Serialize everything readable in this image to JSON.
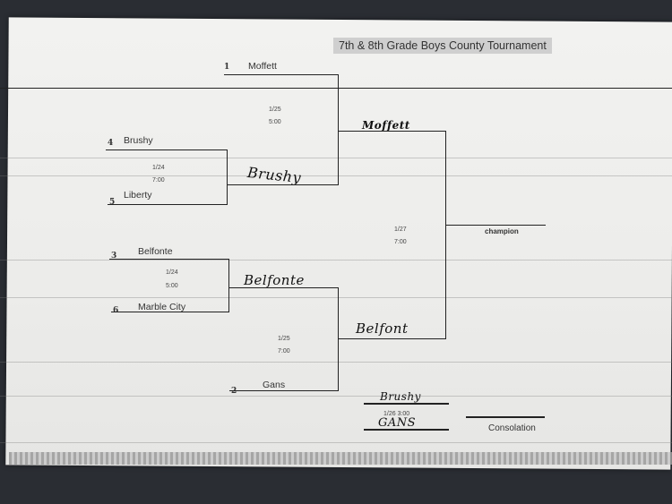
{
  "title": "7th & 8th Grade Boys County Tournament",
  "bracket": {
    "seeds": {
      "moffett": "1",
      "brushy": "4",
      "liberty": "5",
      "belfonte": "3",
      "marble_city": "6",
      "gans": "2"
    },
    "teams": {
      "moffett": "Moffett",
      "brushy": "Brushy",
      "liberty": "Liberty",
      "belfonte": "Belfonte",
      "marble_city": "Marble City",
      "gans": "Gans"
    },
    "games": {
      "brushy_liberty": {
        "date": "1/24",
        "time": "7:00"
      },
      "belfonte_marble": {
        "date": "1/24",
        "time": "5:00"
      },
      "moffett_brushy": {
        "date": "1/25",
        "time": "5:00"
      },
      "belfonte_gans": {
        "date": "1/25",
        "time": "7:00"
      },
      "final": {
        "date": "1/27",
        "time": "7:00"
      },
      "consolation": {
        "datetime": "1/26  3:00"
      }
    },
    "handwritten": {
      "winner_brushy_liberty": "Brushy",
      "winner_belfonte_marble": "Belfonte",
      "winner_top_semi": "Moffett",
      "winner_bottom_semi": "Belfont",
      "consolation_team1": "Brushy",
      "consolation_team2": "GANS"
    },
    "labels": {
      "champion": "champion",
      "consolation": "Consolation"
    }
  }
}
